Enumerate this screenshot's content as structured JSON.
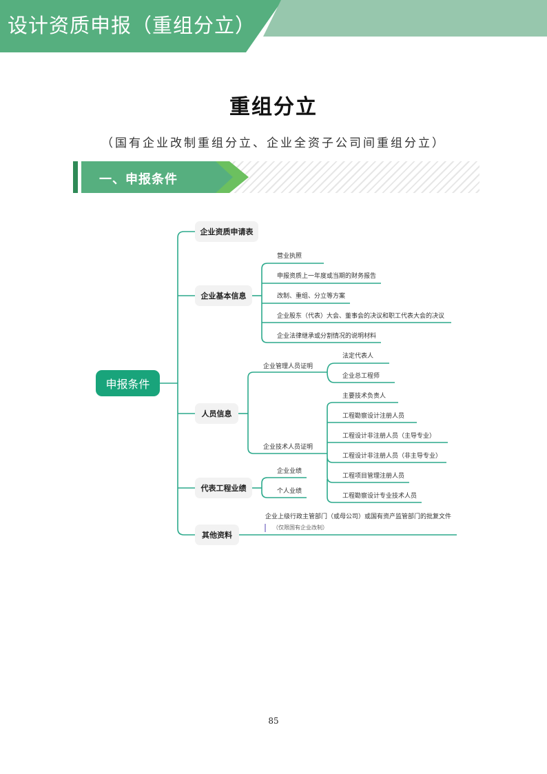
{
  "header": {
    "title": "设计资质申报（重组分立）",
    "colors": {
      "dark": "#56af7f",
      "light": "#97c7ad"
    }
  },
  "page": {
    "title": "重组分立",
    "subtitle": "（国有企业改制重组分立、企业全资子公司间重组分立）",
    "number": "85"
  },
  "section": {
    "label": "一、申报条件",
    "colors": {
      "body": "#56af7f",
      "stripe": "#2f8a57",
      "chevron": "#6cc05f"
    }
  },
  "mindmap": {
    "line_color": "#2ba98b",
    "root": "申报条件",
    "categories": [
      {
        "label": "企业资质申请表",
        "items": []
      },
      {
        "label": "企业基本信息",
        "items": [
          "营业执照",
          "申报资质上一年度或当期的财务报告",
          "改制、重组、分立等方案",
          "企业股东（代表）大会、董事会的决议和职工代表大会的决议",
          "企业法律继承或分割情况的说明材料"
        ]
      },
      {
        "label": "人员信息",
        "groups": [
          {
            "label": "企业管理人员证明",
            "items": [
              "法定代表人",
              "企业总工程师"
            ]
          },
          {
            "label": "企业技术人员证明",
            "items": [
              "主要技术负责人",
              "工程勘察设计注册人员",
              "工程设计非注册人员（主导专业）",
              "工程设计非注册人员（非主导专业）",
              "工程项目管理注册人员",
              "工程勘察设计专业技术人员"
            ]
          }
        ]
      },
      {
        "label": "代表工程业绩",
        "items": [
          "企业业绩",
          "个人业绩"
        ]
      },
      {
        "label": "其他资料",
        "items": [
          "企业上级行政主管部门（或母公司）或国有资产监管部门的批复文件"
        ],
        "note": "（仅限国有企业改制）"
      }
    ]
  }
}
